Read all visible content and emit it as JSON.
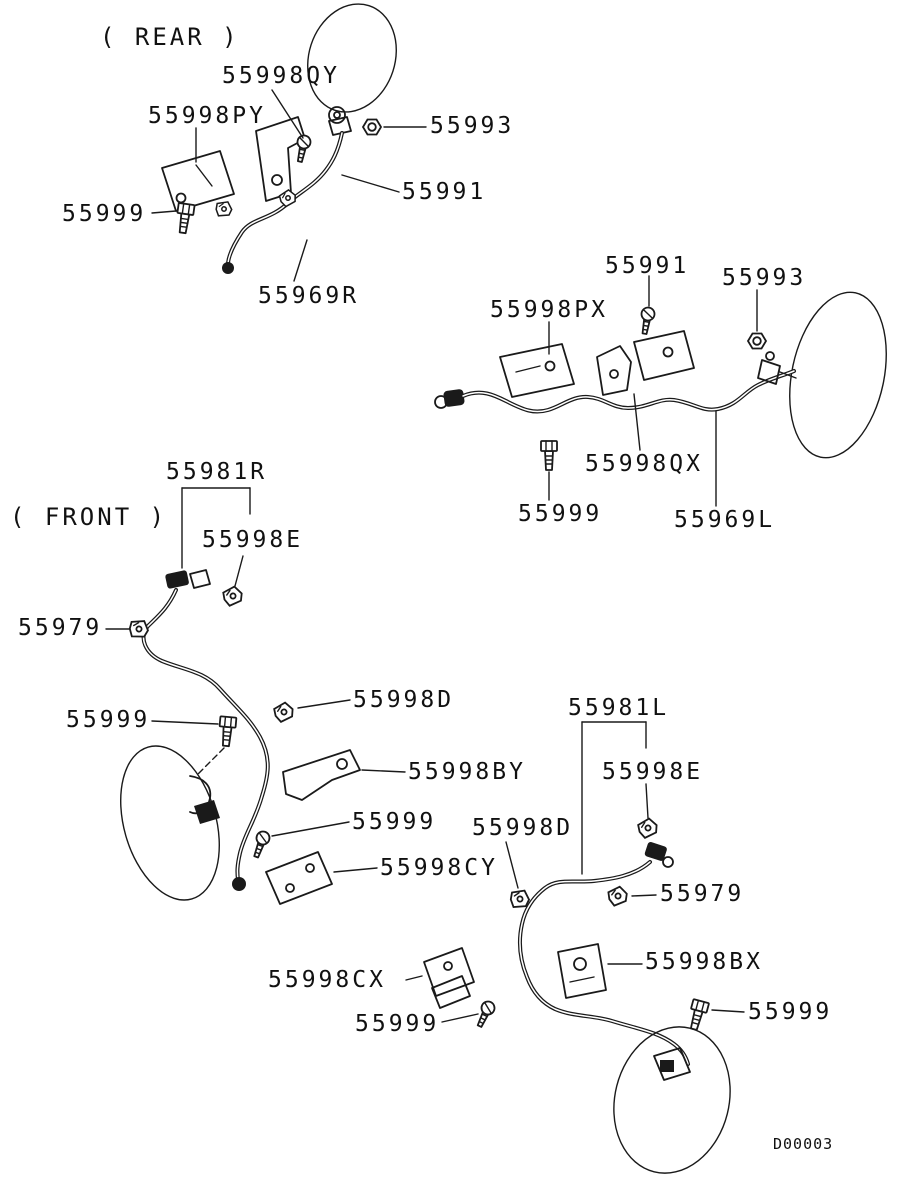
{
  "labels": {
    "rear_title": "( REAR )",
    "front_title": "( FRONT )",
    "rear_r_55998qy": "55998QY",
    "rear_r_55998py": "55998PY",
    "rear_r_55993": "55993",
    "rear_r_55991": "55991",
    "rear_r_55999": "55999",
    "rear_r_55969r": "55969R",
    "rear_l_55991": "55991",
    "rear_l_55993": "55993",
    "rear_l_55998px": "55998PX",
    "rear_l_55998qx": "55998QX",
    "rear_l_55999": "55999",
    "rear_l_55969l": "55969L",
    "front_r_55981r": "55981R",
    "front_r_55998e": "55998E",
    "front_r_55979": "55979",
    "front_r_55998d": "55998D",
    "front_r_55999_a": "55999",
    "front_r_55998by": "55998BY",
    "front_r_55999_b": "55999",
    "front_r_55998cy": "55998CY",
    "front_l_55981l": "55981L",
    "front_l_55998e": "55998E",
    "front_l_55998d": "55998D",
    "front_l_55979": "55979",
    "front_l_55998bx": "55998BX",
    "front_l_55998cx": "55998CX",
    "front_l_55999_a": "55999",
    "front_l_55999_b": "55999",
    "drawing_code": "D00003"
  },
  "icons": {
    "screw": "screw-icon",
    "bolt": "bolt-icon",
    "nut": "nut-icon",
    "clip": "clip-icon",
    "connector": "connector-icon"
  },
  "colors": {
    "line": "#1a1a1a",
    "background": "#ffffff"
  }
}
